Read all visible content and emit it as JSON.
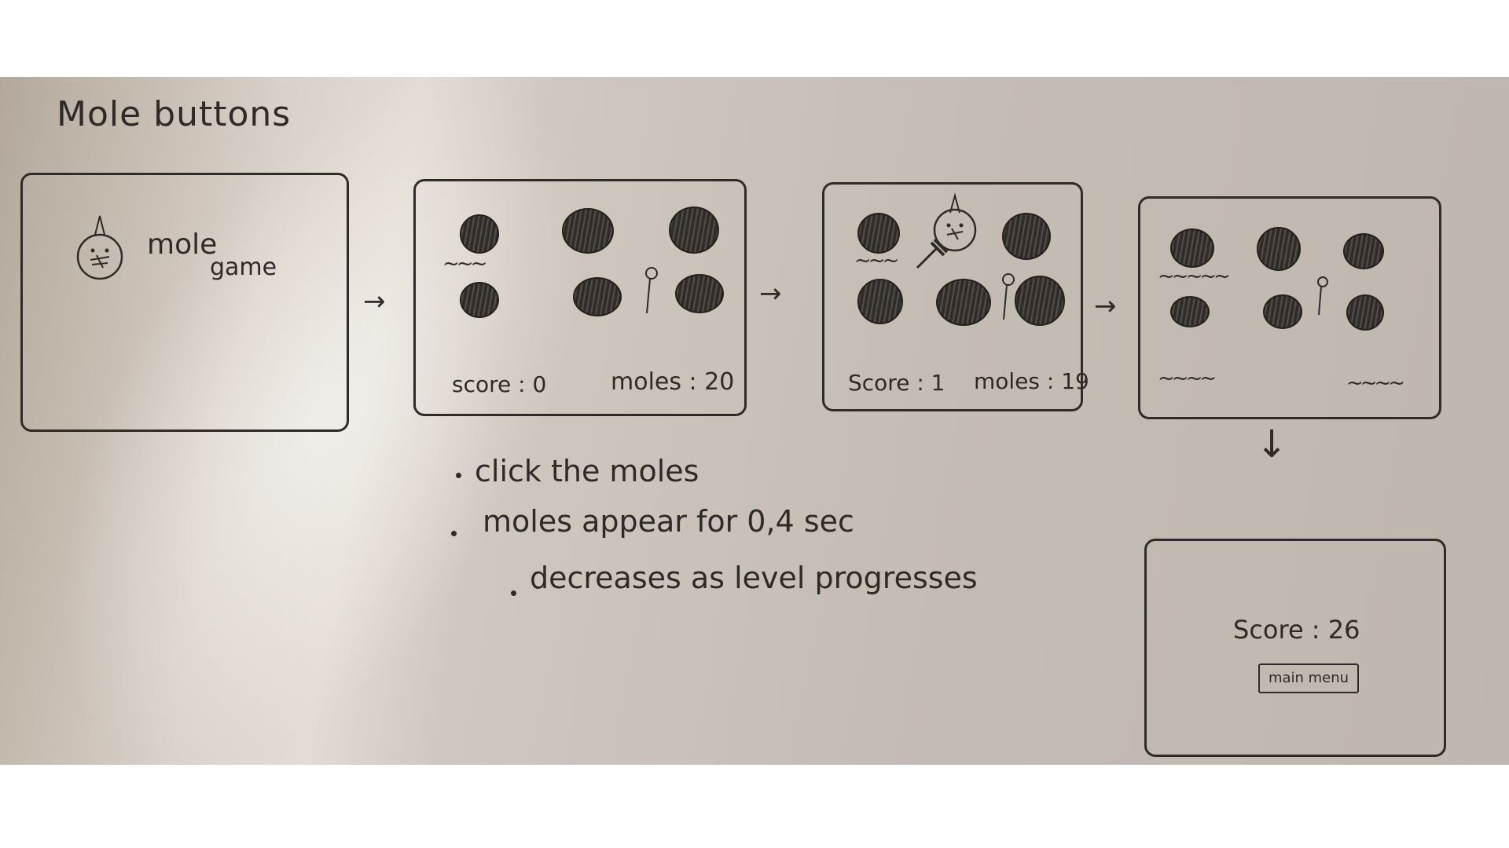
{
  "title": "Mole buttons",
  "screens": {
    "title_screen": {
      "word1": "mole",
      "word2": "game"
    },
    "game_start": {
      "score_label": "score : 0",
      "moles_label": "moles : 20"
    },
    "game_hit": {
      "score_label": "Score : 1",
      "moles_label": "moles : 19"
    },
    "game_over": {
      "score_label": "Score : 26",
      "button_label": "main menu"
    }
  },
  "notes": {
    "line1": "click the moles",
    "line2": "moles appear for 0,4 sec",
    "line3": "decreases as level progresses"
  },
  "arrows": {
    "right": "→",
    "down": "↓"
  },
  "colors": {
    "pencil": "#2d2a27",
    "paper": "#cfc8be"
  }
}
